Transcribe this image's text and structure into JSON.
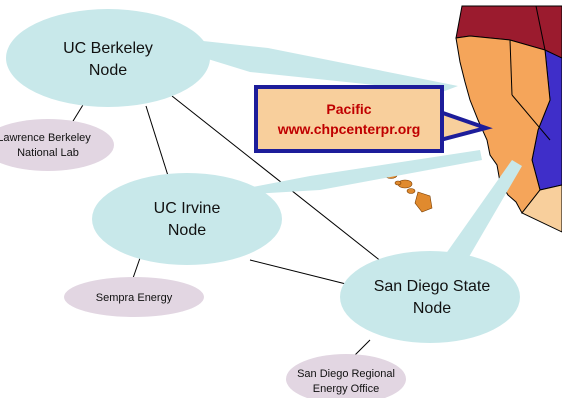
{
  "nodes": {
    "berkeley": {
      "line1": "UC Berkeley",
      "line2": "Node"
    },
    "irvine": {
      "line1": "UC Irvine",
      "line2": "Node"
    },
    "sandiego": {
      "line1": "San Diego State",
      "line2": "Node"
    }
  },
  "partners": {
    "lbnl": {
      "line1": "Lawrence Berkeley",
      "line2": "National Lab"
    },
    "sempra": {
      "line1": "Sempra Energy"
    },
    "sdreo": {
      "line1": "San Diego Regional",
      "line2": "Energy Office"
    }
  },
  "callout": {
    "line1": "Pacific",
    "line2": "www.chpcenterpr.org"
  },
  "colors": {
    "node_fill": "#c8e8ea",
    "partner_fill": "#e2d6e2",
    "california": "#f5a55a",
    "neighbor_top": "#9b1b2e",
    "neighbor_east": "#3f2ec9",
    "hawaii": "#e08a2e",
    "callout_border": "#1d1d9a",
    "callout_fill": "#f8cf9c",
    "callout_text": "#c00000",
    "connector": "#000000"
  }
}
